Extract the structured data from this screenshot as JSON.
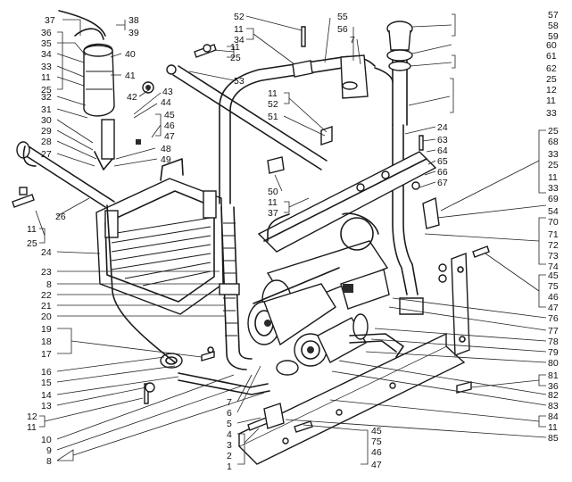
{
  "callouts": {
    "left": [
      {
        "id": "c37",
        "text": "37"
      },
      {
        "id": "c36",
        "text": "36"
      },
      {
        "id": "c35",
        "text": "35"
      },
      {
        "id": "c34",
        "text": "34"
      },
      {
        "id": "c33",
        "text": "33"
      },
      {
        "id": "c11a",
        "text": "11"
      },
      {
        "id": "c25a",
        "text": "25"
      },
      {
        "id": "c32",
        "text": "32"
      },
      {
        "id": "c31",
        "text": "31"
      },
      {
        "id": "c30",
        "text": "30"
      },
      {
        "id": "c29",
        "text": "29"
      },
      {
        "id": "c28",
        "text": "28"
      },
      {
        "id": "c27",
        "text": "27"
      },
      {
        "id": "c26",
        "text": "26"
      },
      {
        "id": "c11b",
        "text": "11"
      },
      {
        "id": "c25b",
        "text": "25"
      },
      {
        "id": "c24",
        "text": "24"
      },
      {
        "id": "c23",
        "text": "23"
      },
      {
        "id": "c8a",
        "text": "8"
      },
      {
        "id": "c22",
        "text": "22"
      },
      {
        "id": "c21",
        "text": "21"
      },
      {
        "id": "c20",
        "text": "20"
      },
      {
        "id": "c19",
        "text": "19"
      },
      {
        "id": "c18",
        "text": "18"
      },
      {
        "id": "c17",
        "text": "17"
      },
      {
        "id": "c16",
        "text": "16"
      },
      {
        "id": "c15",
        "text": "15"
      },
      {
        "id": "c14",
        "text": "14"
      },
      {
        "id": "c13",
        "text": "13"
      },
      {
        "id": "c12",
        "text": "12"
      },
      {
        "id": "c11c",
        "text": "11"
      },
      {
        "id": "c10",
        "text": "10"
      },
      {
        "id": "c9",
        "text": "9"
      },
      {
        "id": "c8b",
        "text": "8"
      }
    ],
    "center": [
      {
        "id": "c38",
        "text": "38"
      },
      {
        "id": "c39",
        "text": "39"
      },
      {
        "id": "c40",
        "text": "40"
      },
      {
        "id": "c41",
        "text": "41"
      },
      {
        "id": "c42",
        "text": "42"
      },
      {
        "id": "c43",
        "text": "43"
      },
      {
        "id": "c44",
        "text": "44"
      },
      {
        "id": "c45a",
        "text": "45"
      },
      {
        "id": "c46a",
        "text": "46"
      },
      {
        "id": "c47a",
        "text": "47"
      },
      {
        "id": "c48",
        "text": "48"
      },
      {
        "id": "c49",
        "text": "49"
      },
      {
        "id": "c11d",
        "text": "11"
      },
      {
        "id": "c25c",
        "text": "25"
      },
      {
        "id": "c52a",
        "text": "52"
      },
      {
        "id": "c11e",
        "text": "11"
      },
      {
        "id": "c34b",
        "text": "34"
      },
      {
        "id": "c53",
        "text": "53"
      },
      {
        "id": "c55",
        "text": "55"
      },
      {
        "id": "c56",
        "text": "56"
      },
      {
        "id": "c7a",
        "text": "7"
      },
      {
        "id": "c11f",
        "text": "11"
      },
      {
        "id": "c52b",
        "text": "52"
      },
      {
        "id": "c51",
        "text": "51"
      },
      {
        "id": "c50",
        "text": "50"
      },
      {
        "id": "c11g",
        "text": "11"
      },
      {
        "id": "c37b",
        "text": "37"
      },
      {
        "id": "c7b",
        "text": "7"
      },
      {
        "id": "c6",
        "text": "6"
      },
      {
        "id": "c5",
        "text": "5"
      },
      {
        "id": "c4",
        "text": "4"
      },
      {
        "id": "c3",
        "text": "3"
      },
      {
        "id": "c2",
        "text": "2"
      },
      {
        "id": "c1",
        "text": "1"
      },
      {
        "id": "c45b",
        "text": "45"
      },
      {
        "id": "c75b",
        "text": "75"
      },
      {
        "id": "c46b",
        "text": "46"
      },
      {
        "id": "c47b",
        "text": "47"
      }
    ],
    "right": [
      {
        "id": "c57",
        "text": "57"
      },
      {
        "id": "c58",
        "text": "58"
      },
      {
        "id": "c59",
        "text": "59"
      },
      {
        "id": "c60",
        "text": "60"
      },
      {
        "id": "c61",
        "text": "61"
      },
      {
        "id": "c62",
        "text": "62"
      },
      {
        "id": "c25d",
        "text": "25"
      },
      {
        "id": "c12b",
        "text": "12"
      },
      {
        "id": "c11h",
        "text": "11"
      },
      {
        "id": "c33b",
        "text": "33"
      },
      {
        "id": "c24b",
        "text": "24"
      },
      {
        "id": "c63",
        "text": "63"
      },
      {
        "id": "c64",
        "text": "64"
      },
      {
        "id": "c65",
        "text": "65"
      },
      {
        "id": "c66",
        "text": "66"
      },
      {
        "id": "c67",
        "text": "67"
      },
      {
        "id": "c25e",
        "text": "25"
      },
      {
        "id": "c68",
        "text": "68"
      },
      {
        "id": "c33c",
        "text": "33"
      },
      {
        "id": "c25f",
        "text": "25"
      },
      {
        "id": "c11i",
        "text": "11"
      },
      {
        "id": "c33d",
        "text": "33"
      },
      {
        "id": "c69",
        "text": "69"
      },
      {
        "id": "c54",
        "text": "54"
      },
      {
        "id": "c70",
        "text": "70"
      },
      {
        "id": "c71",
        "text": "71"
      },
      {
        "id": "c72",
        "text": "72"
      },
      {
        "id": "c73",
        "text": "73"
      },
      {
        "id": "c74",
        "text": "74"
      },
      {
        "id": "c45c",
        "text": "45"
      },
      {
        "id": "c75c",
        "text": "75"
      },
      {
        "id": "c46c",
        "text": "46"
      },
      {
        "id": "c47c",
        "text": "47"
      },
      {
        "id": "c76",
        "text": "76"
      },
      {
        "id": "c77",
        "text": "77"
      },
      {
        "id": "c78",
        "text": "78"
      },
      {
        "id": "c79",
        "text": "79"
      },
      {
        "id": "c80",
        "text": "80"
      },
      {
        "id": "c81",
        "text": "81"
      },
      {
        "id": "c36b",
        "text": "36"
      },
      {
        "id": "c82",
        "text": "82"
      },
      {
        "id": "c83",
        "text": "83"
      },
      {
        "id": "c84",
        "text": "84"
      },
      {
        "id": "c11j",
        "text": "11"
      },
      {
        "id": "c85",
        "text": "85"
      }
    ]
  }
}
